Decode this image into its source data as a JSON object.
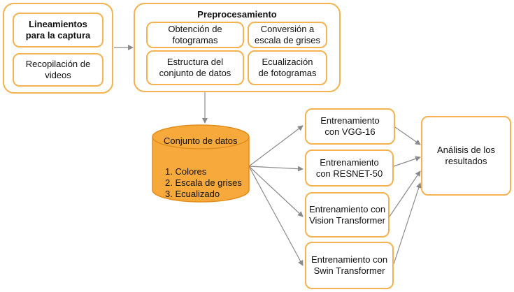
{
  "left_group": {
    "items": [
      {
        "label": "Lineamientos\npara la captura"
      },
      {
        "label": "Recopilación de\nvideos"
      }
    ]
  },
  "preprocessing": {
    "title": "Preprocesamiento",
    "items": [
      {
        "label": "Obtención de\nfotogramas"
      },
      {
        "label": "Conversión a\nescala de grises"
      },
      {
        "label": "Estructura del\nconjunto de datos"
      },
      {
        "label": "Ecualización\nde fotogramas"
      }
    ]
  },
  "dataset": {
    "title": "Conjunto de datos",
    "items": [
      "1. Colores",
      "2. Escala de grises",
      "3. Ecualizado"
    ]
  },
  "training": [
    {
      "label": "Entrenamiento\ncon VGG-16"
    },
    {
      "label": "Entrenamiento\ncon RESNET-50"
    },
    {
      "label": "Entrenamiento con\nVision Transformer"
    },
    {
      "label": "Entrenamiento con\nSwin Transformer"
    }
  ],
  "analysis": {
    "label": "Análisis de los\nresultados"
  },
  "colors": {
    "box_border": "#f4b350",
    "cylinder_fill": "#f7a93b",
    "cylinder_stroke": "#e08e1c",
    "arrow": "#8a8a8a"
  }
}
